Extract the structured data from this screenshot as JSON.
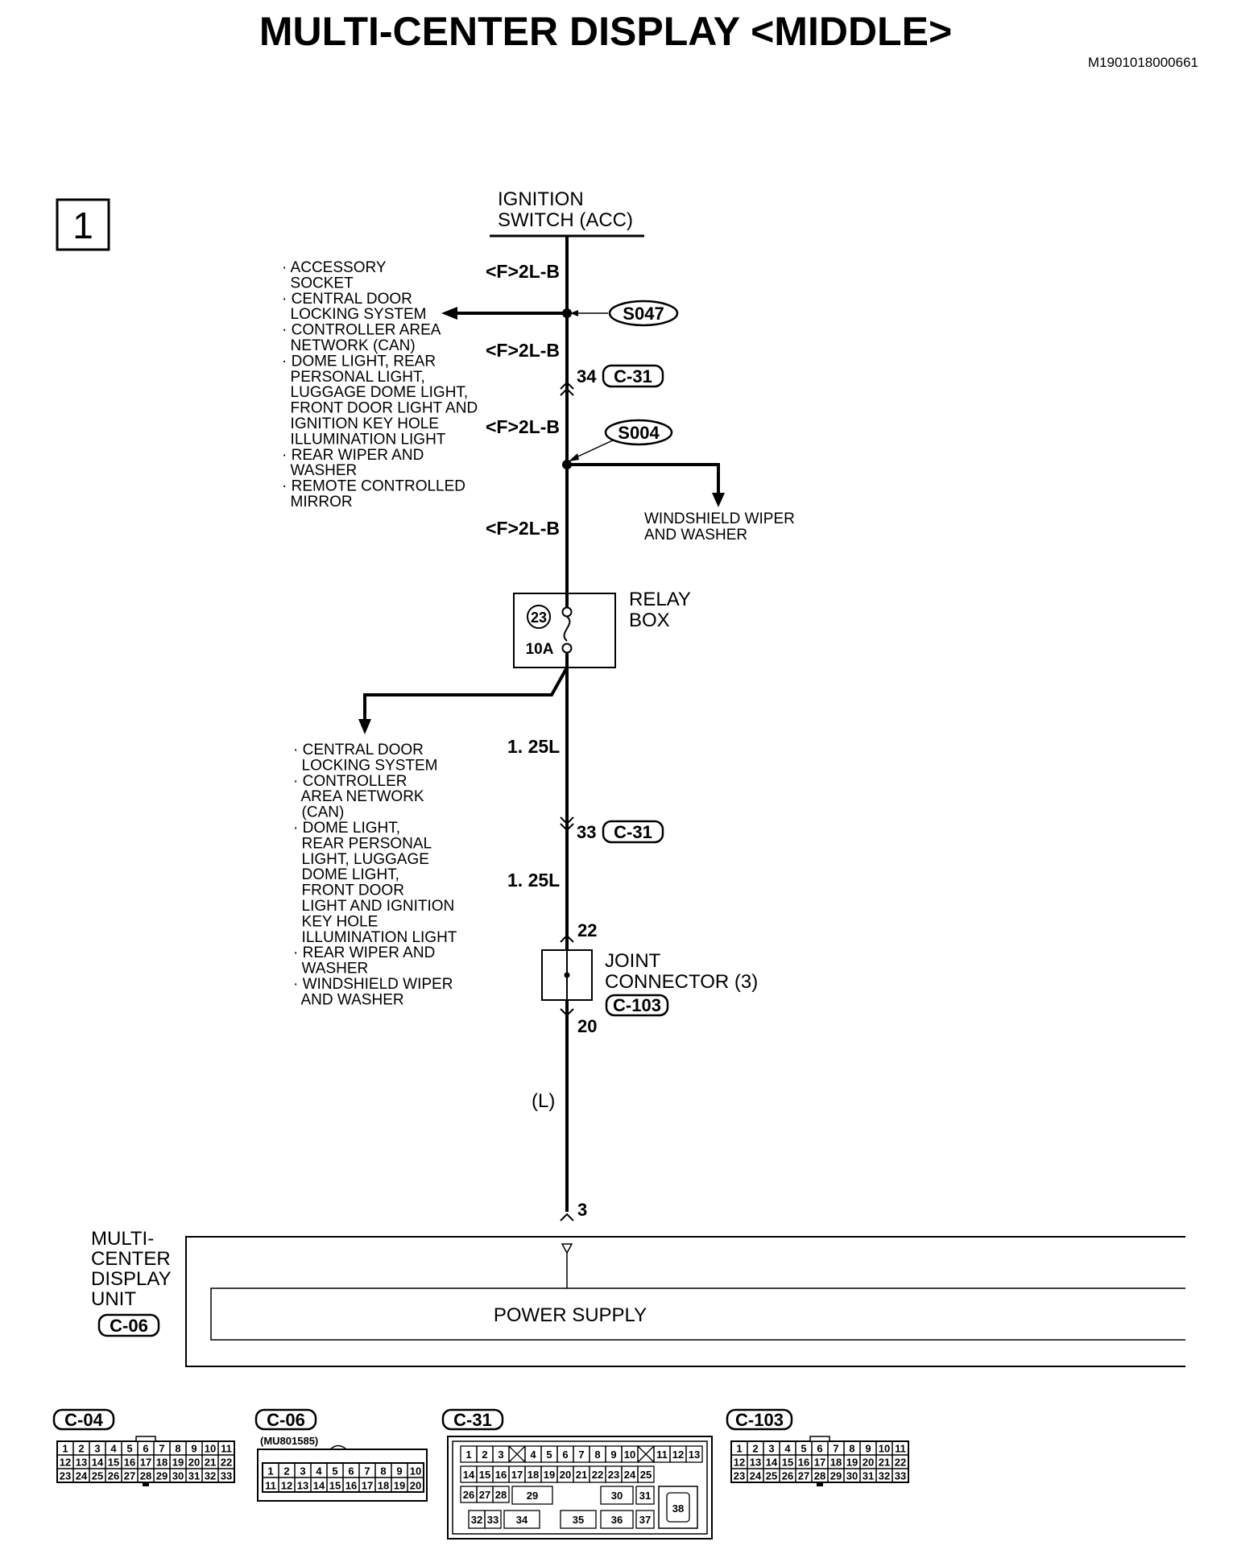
{
  "title": "MULTI-CENTER DISPLAY <MIDDLE>",
  "code": "M1901018000661",
  "sheet_number": "1",
  "ignition": {
    "line1": "IGNITION",
    "line2": "SWITCH (ACC)"
  },
  "wire_labels": {
    "w1": "<F>2L-B",
    "w2": "<F>2L-B",
    "w3": "<F>2L-B",
    "w4": "<F>2L-B",
    "w5": "1. 25L",
    "w6": "1. 25L",
    "w7": "(L)"
  },
  "splices": {
    "s1": "S047",
    "s2": "S004"
  },
  "connector_refs": {
    "pin34": "34",
    "c31_a": "C-31",
    "pin33": "33",
    "c31_b": "C-31",
    "pin22": "22",
    "pin20": "20",
    "c103": "C-103",
    "pin3": "3",
    "c06": "C-06"
  },
  "branch_left_top": [
    "· ACCESSORY",
    "  SOCKET",
    "· CENTRAL DOOR",
    "  LOCKING SYSTEM",
    "· CONTROLLER AREA",
    "  NETWORK (CAN)",
    "· DOME LIGHT, REAR",
    "  PERSONAL LIGHT,",
    "  LUGGAGE DOME LIGHT,",
    "  FRONT DOOR LIGHT AND",
    "  IGNITION KEY HOLE",
    "  ILLUMINATION LIGHT",
    "· REAR WIPER AND",
    "  WASHER",
    "· REMOTE CONTROLLED",
    "  MIRROR"
  ],
  "branch_right": [
    "WINDSHIELD WIPER",
    "AND WASHER"
  ],
  "relay": {
    "line1": "RELAY",
    "line2": "BOX",
    "fuse_no": "23",
    "fuse_amp": "10A"
  },
  "branch_left_bottom": [
    "· CENTRAL DOOR",
    "  LOCKING SYSTEM",
    "· CONTROLLER",
    "  AREA NETWORK",
    "  (CAN)",
    "· DOME LIGHT,",
    "  REAR PERSONAL",
    "  LIGHT, LUGGAGE",
    "  DOME LIGHT,",
    "  FRONT DOOR",
    "  LIGHT AND IGNITION",
    "  KEY HOLE",
    "  ILLUMINATION LIGHT",
    "· REAR WIPER AND",
    "  WASHER",
    "· WINDSHIELD WIPER",
    "  AND WASHER"
  ],
  "joint": {
    "line1": "JOINT",
    "line2": "CONNECTOR (3)"
  },
  "unit": {
    "line1": "MULTI-",
    "line2": "CENTER",
    "line3": "DISPLAY",
    "line4": "UNIT"
  },
  "power_supply": "POWER SUPPLY",
  "connectors": {
    "c04": {
      "label": "C-04",
      "rows": [
        [
          "1",
          "2",
          "3",
          "4",
          "5",
          "6",
          "7",
          "8",
          "9",
          "10",
          "11"
        ],
        [
          "12",
          "13",
          "14",
          "15",
          "16",
          "17",
          "18",
          "19",
          "20",
          "21",
          "22"
        ],
        [
          "23",
          "24",
          "25",
          "26",
          "27",
          "28",
          "29",
          "30",
          "31",
          "32",
          "33"
        ]
      ]
    },
    "c06": {
      "label": "C-06",
      "part": "(MU801585)",
      "rows": [
        [
          "1",
          "2",
          "3",
          "4",
          "5",
          "6",
          "7",
          "8",
          "9",
          "10"
        ],
        [
          "11",
          "12",
          "13",
          "14",
          "15",
          "16",
          "17",
          "18",
          "19",
          "20"
        ]
      ]
    },
    "c31": {
      "label": "C-31",
      "row1": [
        "1",
        "2",
        "3",
        "",
        "4",
        "5",
        "6",
        "7",
        "8",
        "9",
        "10",
        "",
        "11",
        "12",
        "13"
      ],
      "row2": [
        "14",
        "15",
        "16",
        "17",
        "18",
        "19",
        "20",
        "21",
        "22",
        "23",
        "24",
        "25"
      ],
      "row3": [
        "26",
        "27",
        "28",
        "29",
        "30",
        "31"
      ],
      "row4": [
        "32",
        "33",
        "34",
        "35",
        "36",
        "37"
      ],
      "big": "38"
    },
    "c103": {
      "label": "C-103",
      "rows": [
        [
          "1",
          "2",
          "3",
          "4",
          "5",
          "6",
          "7",
          "8",
          "9",
          "10",
          "11"
        ],
        [
          "12",
          "13",
          "14",
          "15",
          "16",
          "17",
          "18",
          "19",
          "20",
          "21",
          "22"
        ],
        [
          "23",
          "24",
          "25",
          "26",
          "27",
          "28",
          "29",
          "30",
          "31",
          "32",
          "33"
        ]
      ]
    }
  }
}
